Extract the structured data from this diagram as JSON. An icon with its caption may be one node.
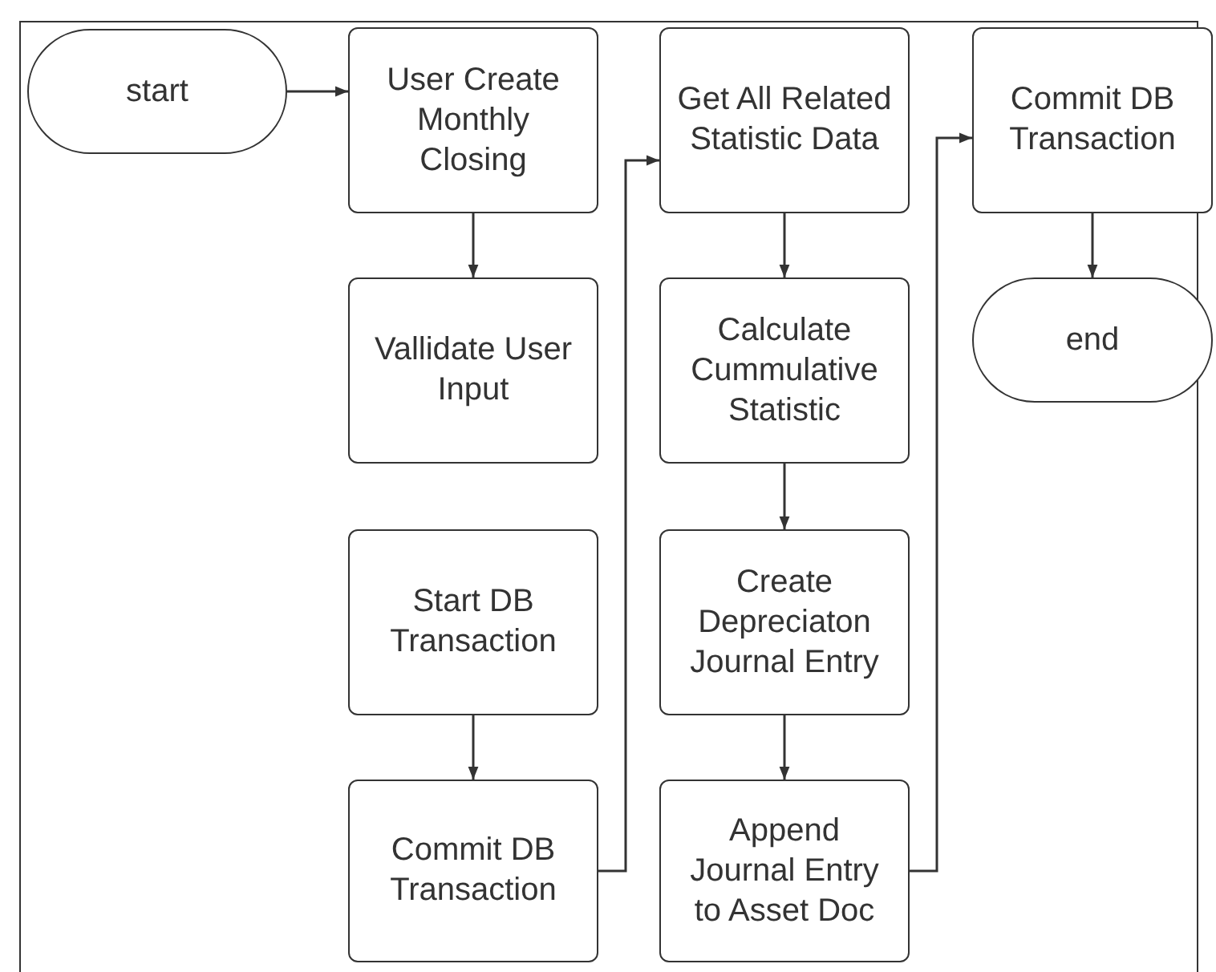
{
  "diagram": {
    "nodes": [
      {
        "text": [
          "start"
        ]
      },
      {
        "text": [
          "User Create Monthly Closing"
        ]
      },
      {
        "text": [
          "Vallidate User Input"
        ]
      },
      {
        "text": [
          "Start DB Transaction"
        ]
      },
      {
        "text": [
          "Commit DB Transaction"
        ]
      },
      {
        "text": [
          "Get All Related Statistic Data"
        ]
      },
      {
        "text": [
          "Calculate Cummulative Statistic"
        ]
      },
      {
        "text": [
          "Create Depreciaton Journal Entry"
        ]
      },
      {
        "text": [
          "Append Journal Entry to Asset Doc"
        ]
      },
      {
        "text": [
          "Commit DB Transaction"
        ]
      },
      {
        "text": [
          "end"
        ]
      }
    ],
    "edges": [
      {
        "from": 0,
        "to": 1,
        "arrow": "to"
      },
      {
        "from": 1,
        "to": 2,
        "arrow": "to"
      },
      {
        "from": 3,
        "to": 4,
        "arrow": "to"
      },
      {
        "from": 4,
        "to": 5,
        "arrow": "to"
      },
      {
        "from": 5,
        "to": 6,
        "arrow": "to"
      },
      {
        "from": 6,
        "to": 7,
        "arrow": "to"
      },
      {
        "from": 7,
        "to": 8,
        "arrow": "to"
      },
      {
        "from": 8,
        "to": 9,
        "arrow": "to"
      },
      {
        "from": 9,
        "to": 10,
        "arrow": "to"
      }
    ]
  }
}
